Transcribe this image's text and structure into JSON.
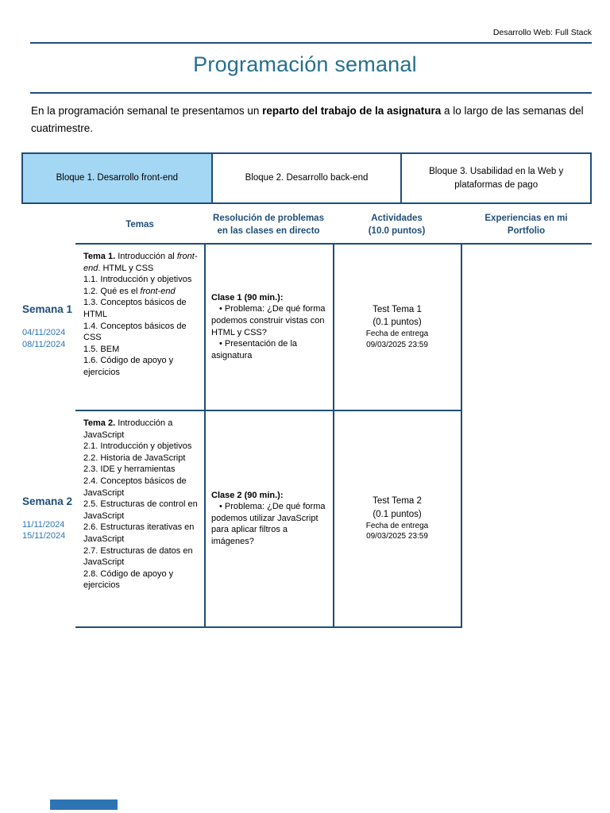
{
  "header": {
    "course": "Desarrollo Web: Full Stack"
  },
  "title": "Programación semanal",
  "intro": {
    "pre": "En la programación semanal te presentamos un ",
    "bold": "reparto del trabajo de la asignatura",
    "post": " a lo largo de las semanas del cuatrimestre."
  },
  "blocks": [
    {
      "label": "Bloque 1. Desarrollo front-end"
    },
    {
      "label": "Bloque 2. Desarrollo back-end"
    },
    {
      "label": "Bloque 3. Usabilidad en la Web y plataformas de pago"
    }
  ],
  "columns": {
    "temas": "Temas",
    "resolucion_l1": "Resolución de problemas",
    "resolucion_l2": "en las clases en directo",
    "actividades_l1": "Actividades",
    "actividades_l2": "(10.0 puntos)",
    "portfolio_l1": "Experiencias en mi",
    "portfolio_l2": "Portfolio"
  },
  "weeks": [
    {
      "name": "Semana 1",
      "date_start": "04/11/2024",
      "date_end": "08/11/2024",
      "tema": {
        "bold": "Tema 1.",
        "mid": " Introducción al ",
        "italic": "front-end",
        "tail": ". HTML y CSS"
      },
      "item_italic": {
        "pre": "1.2. Qué es el ",
        "italic": "front-end"
      },
      "items": [
        "1.1. Introducción y objetivos",
        "1.3. Conceptos básicos de HTML",
        "1.4. Conceptos básicos de CSS",
        "1.5. BEM",
        "1.6. Código de apoyo y ejercicios"
      ],
      "clase": {
        "title": "Clase 1 (90 min.):",
        "bullets": [
          "Problema: ¿De qué forma podemos construir vistas con HTML y CSS?",
          "Presentación de la asignatura"
        ]
      },
      "actividad": {
        "name": "Test Tema 1",
        "puntos": "(0.1 puntos)",
        "entrega_label": "Fecha de entrega",
        "entrega_fecha": "09/03/2025 23:59"
      }
    },
    {
      "name": "Semana 2",
      "date_start": "11/11/2024",
      "date_end": "15/11/2024",
      "tema": {
        "bold": "Tema 2.",
        "mid": " Introducción a JavaScript"
      },
      "items": [
        "2.1. Introducción y objetivos",
        "2.2. Historia de JavaScript",
        "2.3. IDE y herramientas",
        "2.4. Conceptos básicos de JavaScript",
        "2.5. Estructuras de control en JavaScript",
        "2.6. Estructuras iterativas en JavaScript",
        "2.7. Estructuras de datos en JavaScript",
        "2.8. Código de apoyo y ejercicios"
      ],
      "clase": {
        "title": "Clase 2 (90 min.):",
        "bullets": [
          "Problema: ¿De qué forma podemos utilizar JavaScript para aplicar filtros a imágenes?"
        ]
      },
      "actividad": {
        "name": "Test Tema 2",
        "puntos": "(0.1 puntos)",
        "entrega_label": "Fecha de entrega",
        "entrega_fecha": "09/03/2025 23:59"
      }
    }
  ],
  "colors": {
    "navy": "#1f4e79",
    "title_teal": "#25708f",
    "date_blue": "#2e74b5",
    "block_fill": "#a4d7f4",
    "footer_bar": "#2e74b5"
  }
}
